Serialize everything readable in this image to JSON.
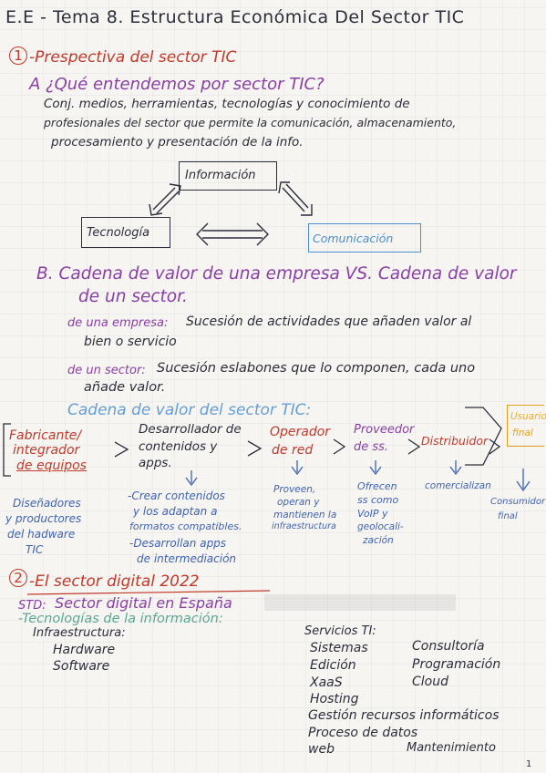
{
  "header": {
    "title": "E.E - Tema 8. Estructura Económica Del Sector TIC"
  },
  "section1": {
    "number": "1",
    "heading": "-Prespectiva del sector TIC",
    "partA": {
      "question": "A ¿Qué entendemos por sector TIC?",
      "lines": [
        "Conj. medios, herramientas, tecnologías y conocimiento de",
        "profesionales del sector que permite la comunicación, almacenamiento,",
        "procesamiento y presentación de la info."
      ]
    },
    "triangle": {
      "top": "Información",
      "left": "Tecnología",
      "right": "Comunicación"
    },
    "partB": {
      "heading_line1": "B. Cadena de valor de una empresa VS. Cadena de valor",
      "heading_line2": "de un sector.",
      "empresa_label": "de una empresa:",
      "empresa_text1": "Sucesión de actividades que añaden valor al",
      "empresa_text2": "bien o servicio",
      "sector_label": "de un sector:",
      "sector_text1": "Sucesión eslabones que lo componen, cada uno",
      "sector_text2": "añade valor."
    },
    "chain": {
      "title": "Cadena de valor del sector TIC:",
      "nodes": [
        {
          "label1": "Fabricante/",
          "label2": "integrador",
          "label3": "de equipos"
        },
        {
          "label1": "Desarrollador de",
          "label2": "contenidos y",
          "label3": "apps."
        },
        {
          "label1": "Operador",
          "label2": "de red"
        },
        {
          "label1": "Proveedor",
          "label2": "de ss."
        },
        {
          "label1": "Distribuidor"
        },
        {
          "label1": "Usuario",
          "label2": "final"
        }
      ],
      "details": [
        {
          "lines": [
            "Diseñadores",
            "y productores",
            "del hadware",
            "TIC"
          ]
        },
        {
          "lines": [
            "-Crear contenidos",
            "y los adaptan a",
            "formatos compatibles.",
            "-Desarrollan apps",
            "de intermediación"
          ]
        },
        {
          "lines": [
            "Proveen,",
            "operan y",
            "mantienen la",
            "infraestructura"
          ]
        },
        {
          "lines": [
            "Ofrecen",
            "ss como",
            "VoIP y",
            "geolocali-",
            "zación"
          ]
        },
        {
          "lines": [
            "comercializan"
          ]
        },
        {
          "lines": [
            "Consumidor",
            "final"
          ]
        }
      ]
    }
  },
  "section2": {
    "number": "2",
    "heading": "-El sector digital 2022",
    "std_label": "STD:",
    "std_text": "Sector digital en España",
    "tic_info": "-Tecnologías de la información:",
    "infra_label": "Infraestructura:",
    "infra_items": [
      "Hardware",
      "Software"
    ],
    "services_label": "Servicios TI:",
    "services_col1": [
      "Sistemas",
      "Edición",
      "XaaS",
      "Hosting",
      "Gestión recursos informáticos",
      "Proceso de datos",
      "web"
    ],
    "services_col2": [
      "Consultoría",
      "Programación",
      "Cloud",
      "Mantenimiento"
    ]
  },
  "footer": {
    "page_number": "1"
  }
}
